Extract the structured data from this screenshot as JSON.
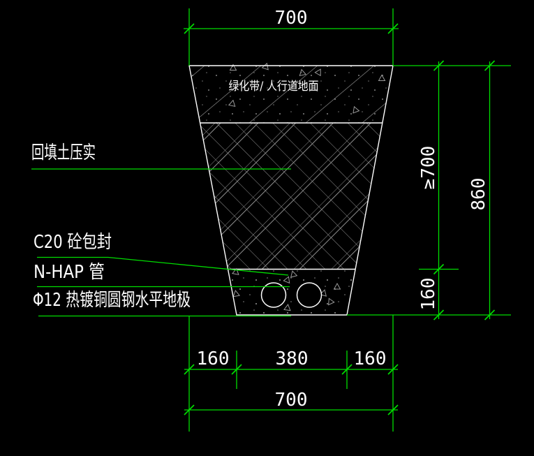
{
  "drawing": {
    "type": "cable-trench-cross-section",
    "colors": {
      "background": "#000000",
      "outline": "#ffffff",
      "dimension_lines": "#00dd00",
      "hatch": "#9a9a9a",
      "text": "#ffffff"
    },
    "labels": {
      "surface": "绿化带/ 人行道地面",
      "backfill": "回填土压实",
      "concrete": "C20 砼包封",
      "pipe": "N-HAP 管",
      "electrode": "Φ12 热镀铜圆钢水平地极"
    },
    "dimensions": {
      "top_width": "700",
      "right_upper_depth": "≥700",
      "right_total_depth": "860",
      "right_lower_depth": "160",
      "bottom_left": "160",
      "bottom_middle": "380",
      "bottom_right": "160",
      "bottom_total": "700"
    }
  }
}
